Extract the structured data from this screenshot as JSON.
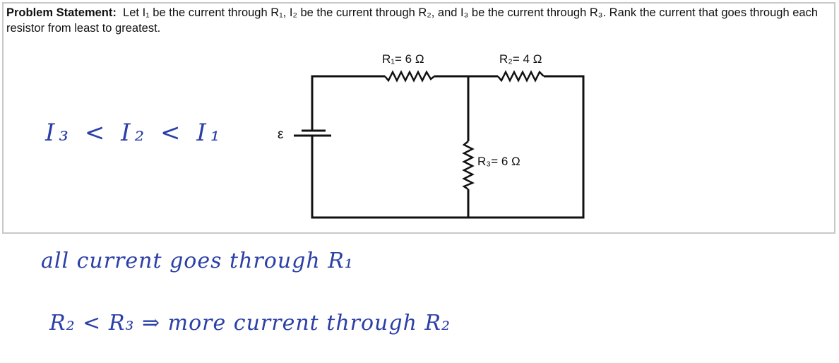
{
  "problem": {
    "label": "Problem Statement:",
    "text": "Let I₁ be the current through R₁, I₂ be the current through R₂, and I₃ be the current through R₃. Rank the current that goes through each resistor from least to greatest."
  },
  "circuit": {
    "r1_label": "R₁= 6 Ω",
    "r2_label": "R₂= 4 Ω",
    "r3_label": "R₃= 6 Ω",
    "emf_label": "ε"
  },
  "handwriting": {
    "ranking": "I₃ < I₂ < I₁",
    "line1": "all current goes through R₁",
    "line2": "R₂ < R₃ ⇒ more current through R₂"
  },
  "colors": {
    "ink": "#2b3fa6",
    "border": "#c8c8c8"
  }
}
